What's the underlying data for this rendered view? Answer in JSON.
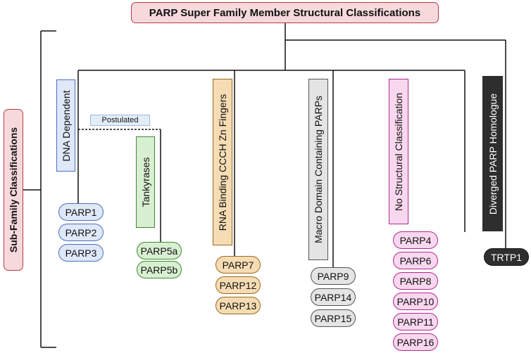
{
  "title": "PARP Super Family Member Structural Classifications",
  "side_label": "Sub-Family Classifications",
  "postulated_label": "Postulated",
  "colors": {
    "red_border": "#b83a44",
    "red_fill": "#f7d9dc",
    "blue_border": "#4a6fc0",
    "blue_fill": "#dfe8f8",
    "green_border": "#3c8a2e",
    "green_fill": "#d9efd2",
    "orange_border": "#9a6a1c",
    "orange_fill": "#f6dcb4",
    "gray_border": "#555555",
    "gray_fill": "#e4e4e4",
    "pink_border": "#b02a8e",
    "pink_fill": "#f9d7ef",
    "dark_fill": "#2e2e2e"
  },
  "categories": {
    "dna": {
      "label": "DNA Dependent",
      "members": [
        "PARP1",
        "PARP2",
        "PARP3"
      ]
    },
    "tank": {
      "label": "Tankyrases",
      "members": [
        "PARP5a",
        "PARP5b"
      ]
    },
    "rna": {
      "label": "RNA Binding CCCH Zn Fingers",
      "members": [
        "PARP7",
        "PARP12",
        "PARP13"
      ]
    },
    "macro": {
      "label": "Macro Domain Containing PARPs",
      "members": [
        "PARP9",
        "PARP14",
        "PARP15"
      ]
    },
    "nostruct": {
      "label": "No Structural Classification",
      "members": [
        "PARP4",
        "PARP6",
        "PARP8",
        "PARP10",
        "PARP11",
        "PARP16"
      ]
    },
    "diverged": {
      "label": "Diverged PARP Homologue",
      "members": [
        "TRTP1"
      ]
    }
  }
}
